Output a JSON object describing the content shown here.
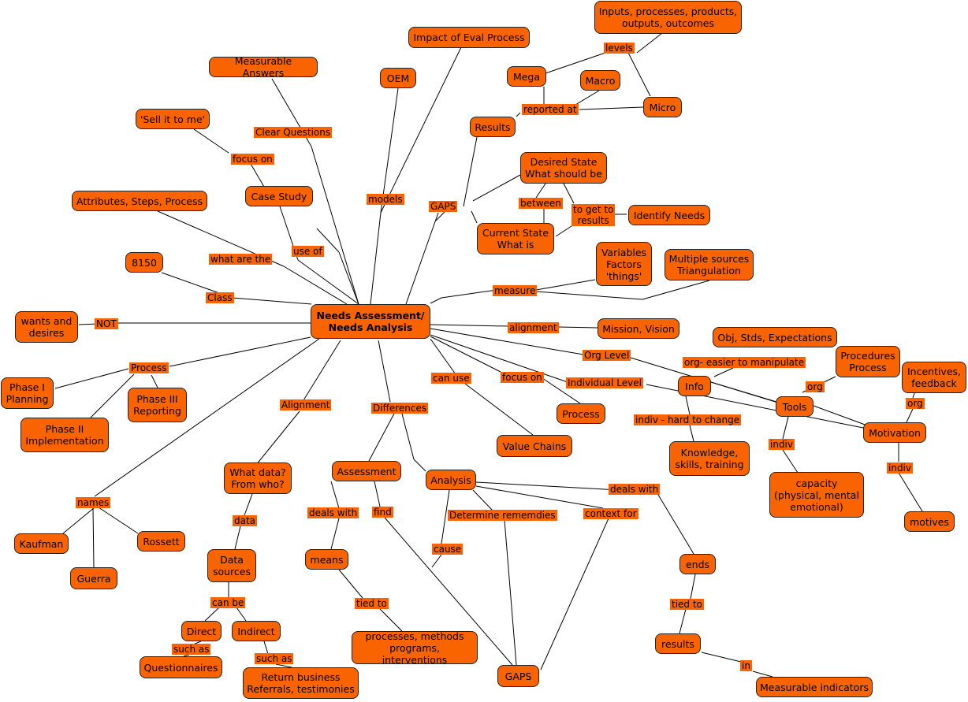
{
  "colors": {
    "node_fill": "#fa6400",
    "node_border": "#222222",
    "line": "#000000"
  },
  "nodes": {
    "needs": "Needs Assessment/\nNeeds Analysis",
    "impact_eval": "Impact of Eval Process",
    "inputs": "Inputs, processes, products,\noutputs, outcomes",
    "measurable_answers": "Measurable Answers",
    "oem": "OEM",
    "mega": "Mega",
    "macro": "Macro",
    "micro": "Micro",
    "sell_it": "'Sell it to me'",
    "results_top": "Results",
    "desired_state": "Desired State\nWhat should be",
    "case_study": "Case Study",
    "attributes": "Attributes, Steps, Process",
    "identify_needs": "Identify Needs",
    "current_state": "Current State\nWhat is",
    "variables": "Variables\nFactors\n'things'",
    "multiple_sources": "Multiple sources\nTriangulation",
    "n8150": "8150",
    "wants": "wants and\ndesires",
    "mission": "Mission, Vision",
    "obj_stds": "Obj, Stds, Expectations",
    "procedures": "Procedures\nProcess",
    "incentives": "Incentives,\nfeedback",
    "phase1": "Phase I\nPlanning",
    "phase3": "Phase III\nReporting",
    "phase2": "Phase II\nImplementation",
    "info": "Info",
    "tools": "Tools",
    "motivation": "Motivation",
    "process_node": "Process",
    "value_chains": "Value Chains",
    "knowledge": "Knowledge,\nskills, training",
    "what_data": "What data?\nFrom who?",
    "assessment": "Assessment",
    "analysis": "Analysis",
    "capacity": "capacity\n(physical, mental\nemotional)",
    "motives": "motives",
    "kaufman": "Kaufman",
    "rossett": "Rossett",
    "guerra": "Guerra",
    "data_sources": "Data\nsources",
    "means": "means",
    "ends": "ends",
    "direct": "Direct",
    "indirect": "Indirect",
    "questionnaires": "Questionnaires",
    "return_business": "Return business\nReferrals, testimonies",
    "processes_methods": "processes, methods\nprograms, interventions",
    "gaps_bottom": "GAPS",
    "results_bottom": "results",
    "measurable_indicators": "Measurable indicators"
  },
  "labels": {
    "levels": "levels",
    "reported_at": "reported at",
    "clear_questions": "Clear Questions",
    "focus_on_top": "focus on",
    "models": "models",
    "gaps": "GAPS",
    "between": "between",
    "to_get_to_results": "to get to\nresults",
    "what_are_the": "what are the",
    "use_of": "use of",
    "measure": "measure",
    "class": "Class",
    "not": "NOT",
    "alignment_right": "alignment",
    "org_level": "Org Level",
    "org_easier": "org- easier to manipulate",
    "org_tools": "org",
    "org_motivation": "org",
    "process_lbl": "Process",
    "can_use": "can use",
    "focus_on_mid": "focus on",
    "individual_level": "Individual Level",
    "indiv_hard": "indiv - hard to change",
    "indiv_tools": "indiv",
    "indiv_motivation": "indiv",
    "alignment_left": "Alignment",
    "differences": "Differences",
    "names": "names",
    "data": "data",
    "deals_with_left": "deals with",
    "find": "find",
    "determine": "Determine rememdies",
    "context_for": "context for",
    "deals_with_right": "deals with",
    "cause": "cause",
    "can_be": "can be",
    "such_as_direct": "such as",
    "such_as_indirect": "such as",
    "tied_to_left": "tied to",
    "tied_to_right": "tied to",
    "in": "in"
  }
}
